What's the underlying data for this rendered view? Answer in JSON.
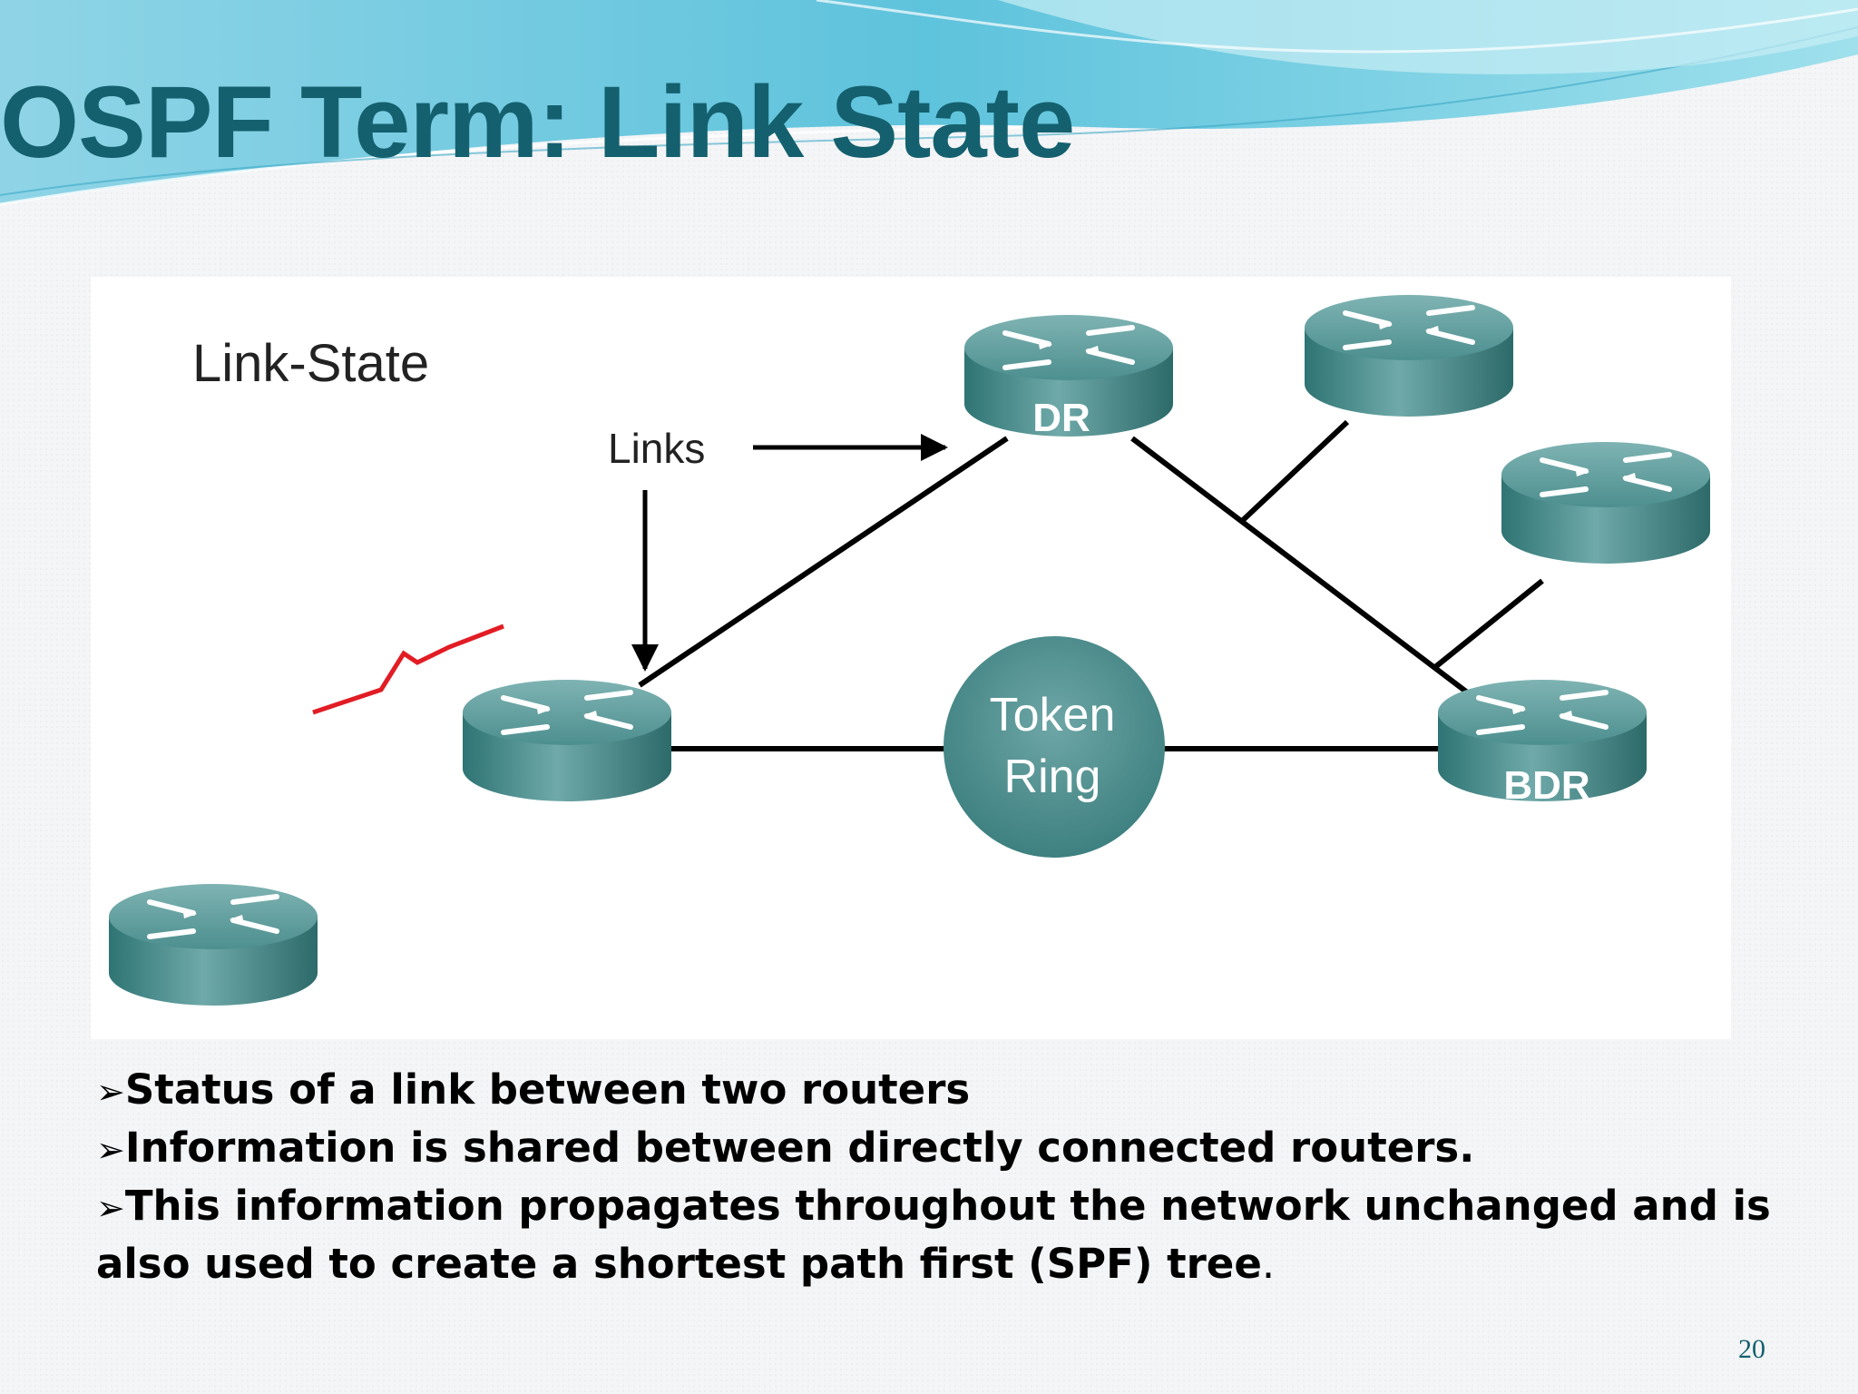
{
  "slide": {
    "title": "OSPF Term:  Link State",
    "page_number": "20"
  },
  "diagram": {
    "heading": "Link-State",
    "links_label": "Links",
    "token_ring_line1": "Token",
    "token_ring_line2": "Ring",
    "dr_label": "DR",
    "bdr_label": "BDR"
  },
  "bullets": [
    {
      "text": "Status of a link between two routers",
      "end": ""
    },
    {
      "text": "Information is shared between directly connected routers.",
      "end": ""
    },
    {
      "text": "This information propagates throughout the network unchanged and is also used to create a shortest path first (SPF) tree",
      "end": "."
    }
  ],
  "bullet_marker": "➢",
  "colors": {
    "title": "#14606e",
    "router": "#2e7a7a",
    "serial_link": "#e21c24"
  }
}
